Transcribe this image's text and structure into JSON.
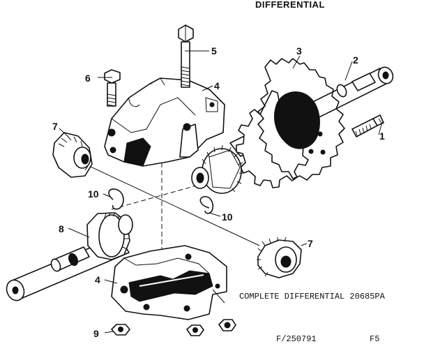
{
  "title": "DIFFERENTIAL",
  "assembly_note": "COMPLETE DIFFERENTIAL 20685PA",
  "figure_number": "F/250791",
  "page_ref": "F5",
  "callouts": {
    "c1": "1",
    "c2": "2",
    "c3": "3",
    "c4_upper": "4",
    "c4_lower": "4",
    "c5": "5",
    "c6": "6",
    "c7_left": "7",
    "c7_right": "7",
    "c8": "8",
    "c9": "9",
    "c10_left": "10",
    "c10_right": "10"
  }
}
